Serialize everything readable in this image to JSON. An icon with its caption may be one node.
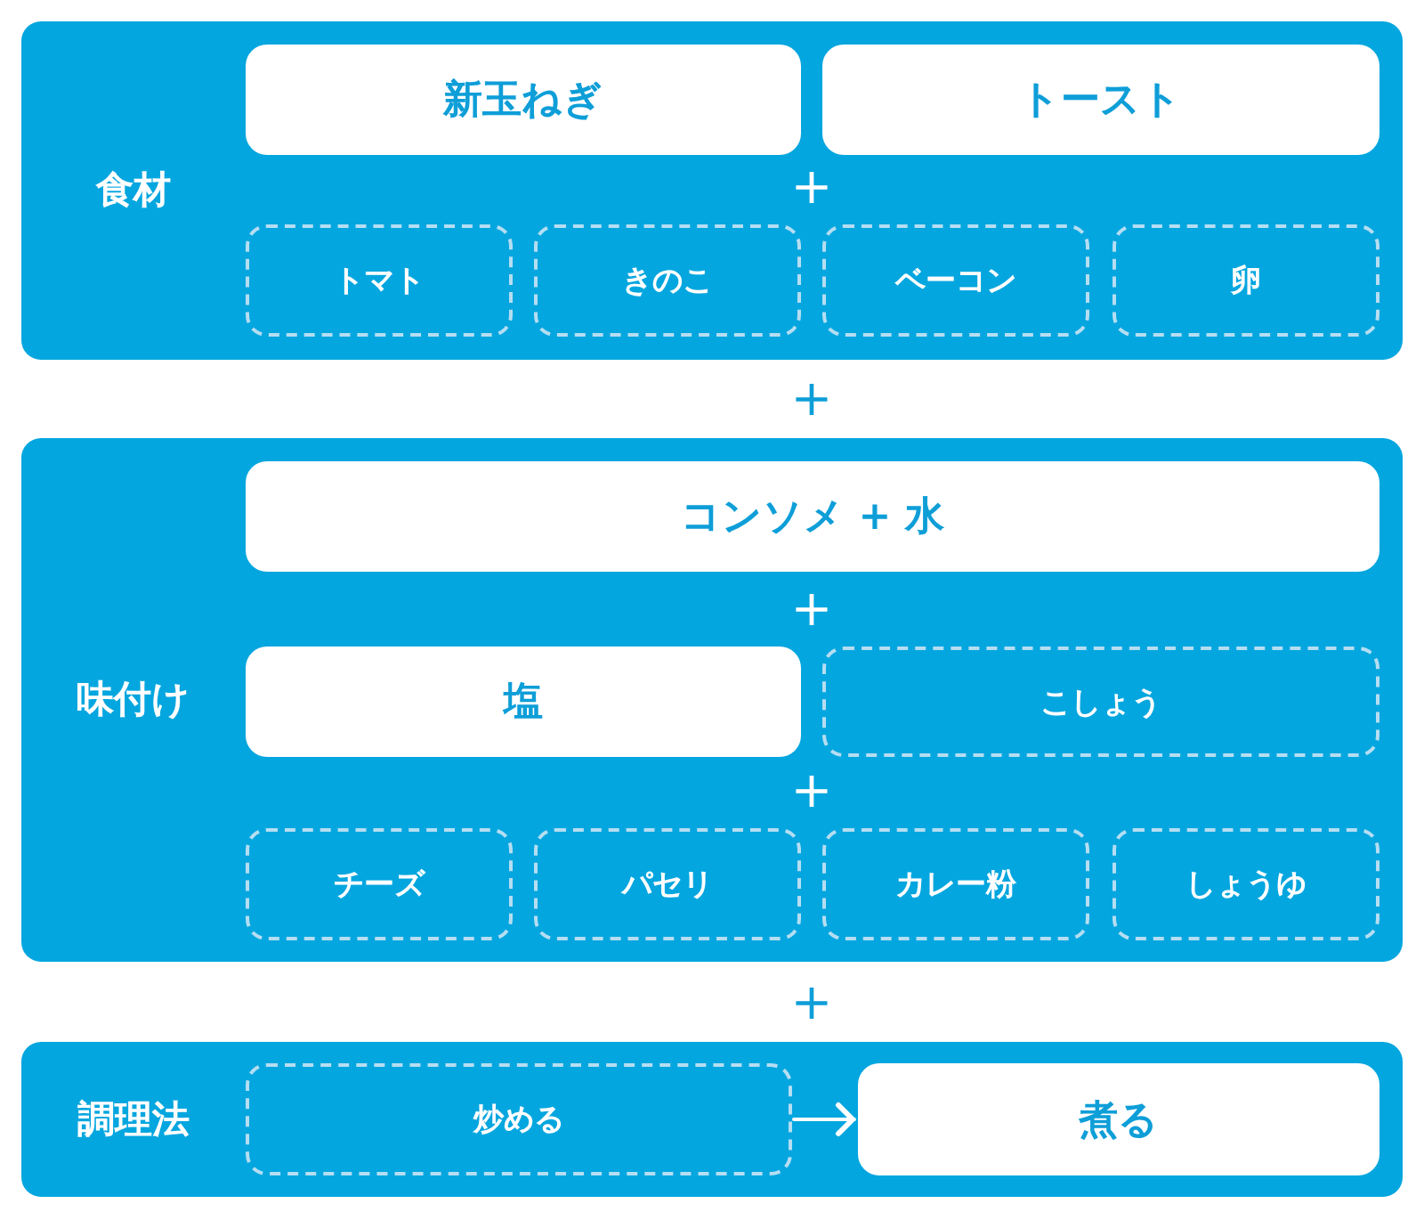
{
  "diagram": {
    "nodes": [
      {
        "text": [
          "食材"
        ]
      },
      {
        "text": [
          "新玉ねぎ"
        ],
        "in": 0
      },
      {
        "text": [
          "トースト"
        ],
        "in": 0
      },
      {
        "text": [
          "トマト"
        ],
        "in": 0
      },
      {
        "text": [
          "きのこ"
        ],
        "in": 0
      },
      {
        "text": [
          "ベーコン"
        ],
        "in": 0
      },
      {
        "text": [
          "卵"
        ],
        "in": 0
      },
      {
        "text": [
          "味付け"
        ]
      },
      {
        "text": [
          "コンソメ + 水"
        ],
        "in": 7
      },
      {
        "text": [
          "塩"
        ],
        "in": 7
      },
      {
        "text": [
          "こしょう"
        ],
        "in": 7
      },
      {
        "text": [
          "チーズ"
        ],
        "in": 7
      },
      {
        "text": [
          "パセリ"
        ],
        "in": 7
      },
      {
        "text": [
          "カレー粉"
        ],
        "in": 7
      },
      {
        "text": [
          "しょうゆ"
        ],
        "in": 7
      },
      {
        "text": [
          "調理法"
        ]
      },
      {
        "text": [
          "炒める"
        ],
        "in": 15
      },
      {
        "text": [
          "煮る"
        ],
        "in": 15
      }
    ],
    "edges": [
      {
        "from": 16,
        "to": 17,
        "arrow": "to"
      }
    ],
    "labels": [
      "+",
      "+",
      "+",
      "+",
      "+"
    ]
  }
}
